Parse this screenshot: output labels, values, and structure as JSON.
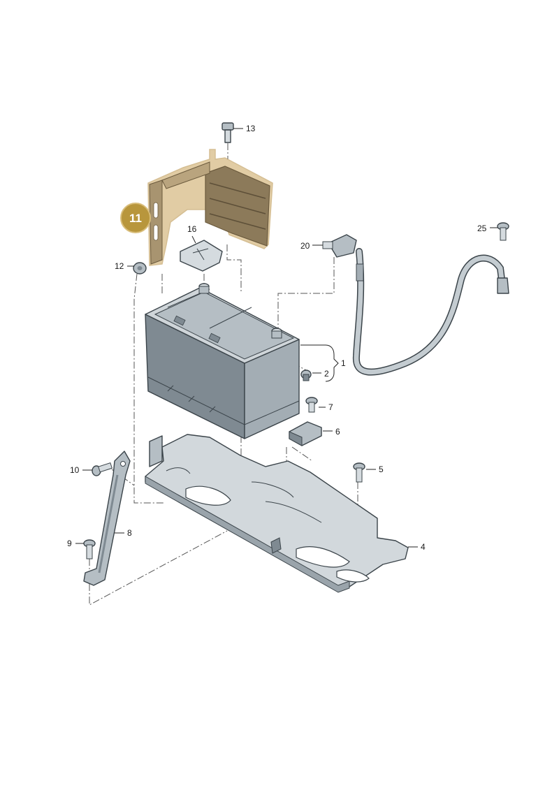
{
  "diagram": {
    "colors": {
      "highlight_fill": "#b8963c",
      "highlight_border": "#c9a45a",
      "part_light": "#d5dbdf",
      "part_mid": "#b5bec4",
      "part_dark": "#7f8a92",
      "outline": "#3b444a"
    },
    "callouts": [
      {
        "id": "1",
        "text": "1"
      },
      {
        "id": "2",
        "text": "2"
      },
      {
        "id": "4",
        "text": "4"
      },
      {
        "id": "5",
        "text": "5"
      },
      {
        "id": "6",
        "text": "6"
      },
      {
        "id": "7",
        "text": "7"
      },
      {
        "id": "8",
        "text": "8"
      },
      {
        "id": "9",
        "text": "9"
      },
      {
        "id": "10",
        "text": "10"
      },
      {
        "id": "11",
        "text": "11",
        "highlighted": true
      },
      {
        "id": "12",
        "text": "12"
      },
      {
        "id": "13",
        "text": "13"
      },
      {
        "id": "16",
        "text": "16"
      },
      {
        "id": "20",
        "text": "20"
      },
      {
        "id": "25",
        "text": "25"
      }
    ]
  }
}
